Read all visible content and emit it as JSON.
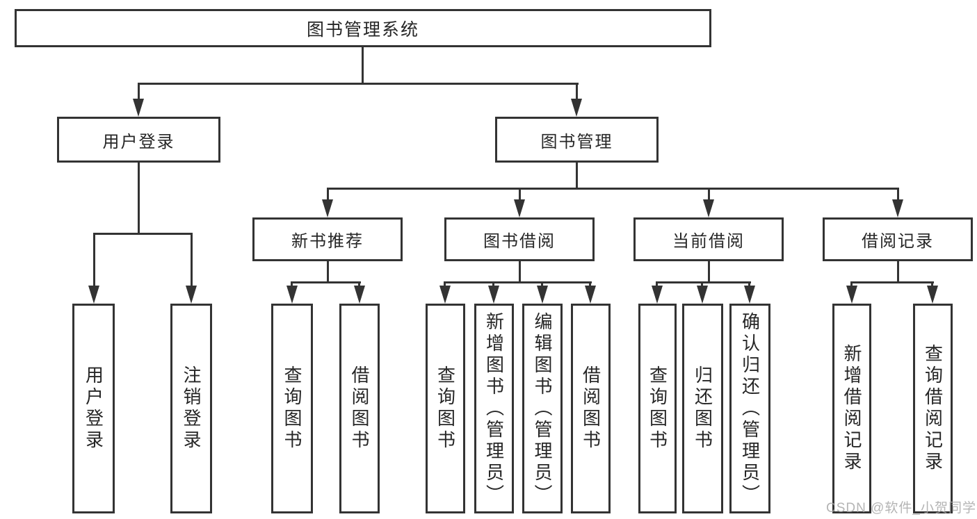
{
  "nodes": {
    "root": "图书管理系统",
    "user_login": "用户登录",
    "book_mgmt": "图书管理",
    "new_book_rec": "新书推荐",
    "book_borrow": "图书借阅",
    "current_borrow": "当前借阅",
    "borrow_records": "借阅记录"
  },
  "leaves": {
    "user_login": [
      "用户登录",
      "注销登录"
    ],
    "new_book_rec": [
      "查询图书",
      "借阅图书"
    ],
    "book_borrow": [
      "查询图书",
      "新增图书（管理员）",
      "编辑图书（管理员）",
      "借阅图书"
    ],
    "current_borrow": [
      "查询图书",
      "归还图书",
      "确认归还（管理员）"
    ],
    "borrow_records": [
      "新增借阅记录",
      "查询借阅记录"
    ]
  },
  "watermark": "CSDN @软件_小贺同学",
  "colors": {
    "line": "#333333",
    "text": "#262626",
    "watermark": "#a8a8a8",
    "background": "#ffffff"
  }
}
